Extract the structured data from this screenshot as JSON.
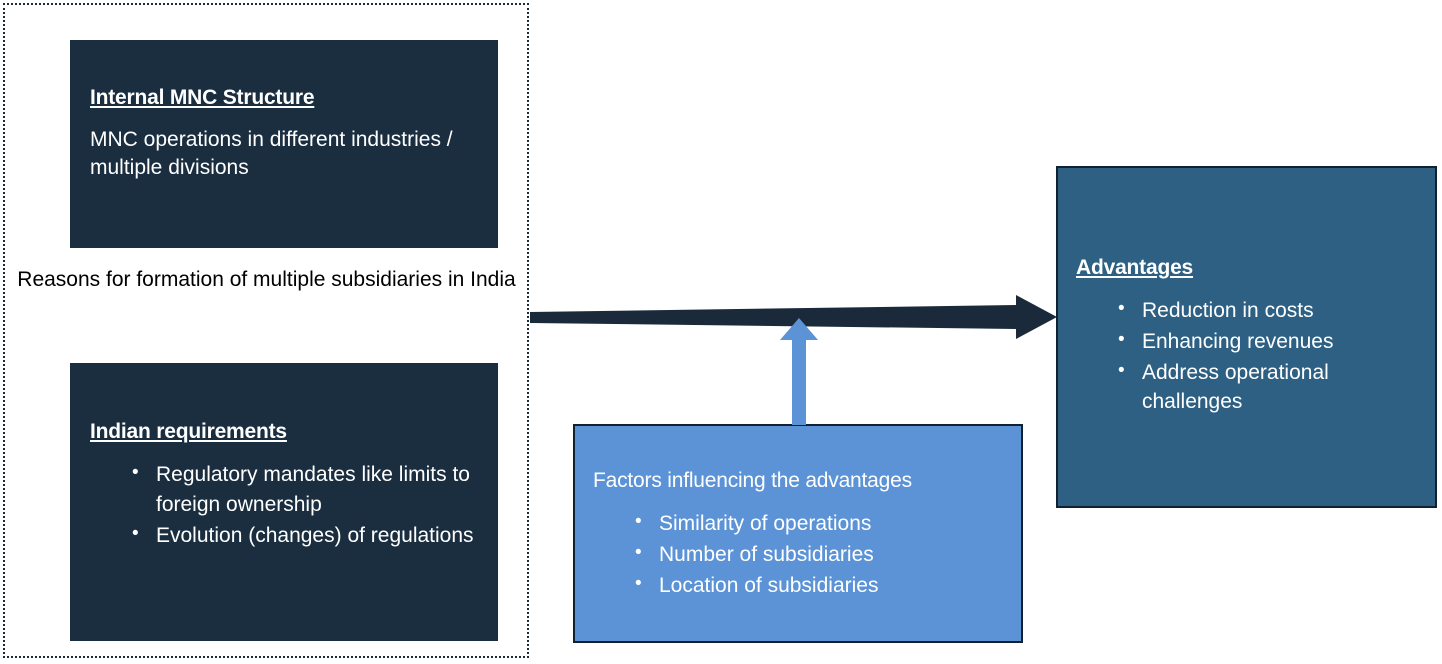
{
  "diagram": {
    "group_frame_label": "Reasons for formation of multiple subsidiaries in India",
    "colors": {
      "navy": "#1a2e40",
      "steel_blue": "#2d6083",
      "light_blue": "#5b93d6",
      "arrow_dark": "#1b2a3a",
      "arrow_light": "#5b93d6",
      "frame_dotted": "#1b2a3a",
      "text_light": "#ffffff",
      "text_dark": "#000000"
    },
    "nodes": {
      "internal_structure": {
        "title": "Internal MNC Structure",
        "body": "MNC  operations in different industries / multiple divisions"
      },
      "indian_requirements": {
        "title": "Indian requirements",
        "bullets": [
          "Regulatory mandates like limits to foreign ownership",
          "Evolution (changes) of regulations"
        ]
      },
      "advantages": {
        "title": "Advantages",
        "bullets": [
          "Reduction in costs",
          "Enhancing revenues",
          "Address operational challenges"
        ]
      },
      "factors": {
        "title": "Factors influencing the advantages",
        "bullets": [
          "Similarity of operations",
          "Number of subsidiaries",
          "Location of subsidiaries"
        ]
      }
    },
    "edges": [
      {
        "name": "reasons-to-advantages",
        "from": "reasons-group",
        "to": "advantages",
        "style": "thick-dark-arrow",
        "direction": "right"
      },
      {
        "name": "factors-to-flow",
        "from": "factors",
        "to": "reasons-to-advantages",
        "style": "light-blue-arrow",
        "direction": "up"
      }
    ]
  }
}
